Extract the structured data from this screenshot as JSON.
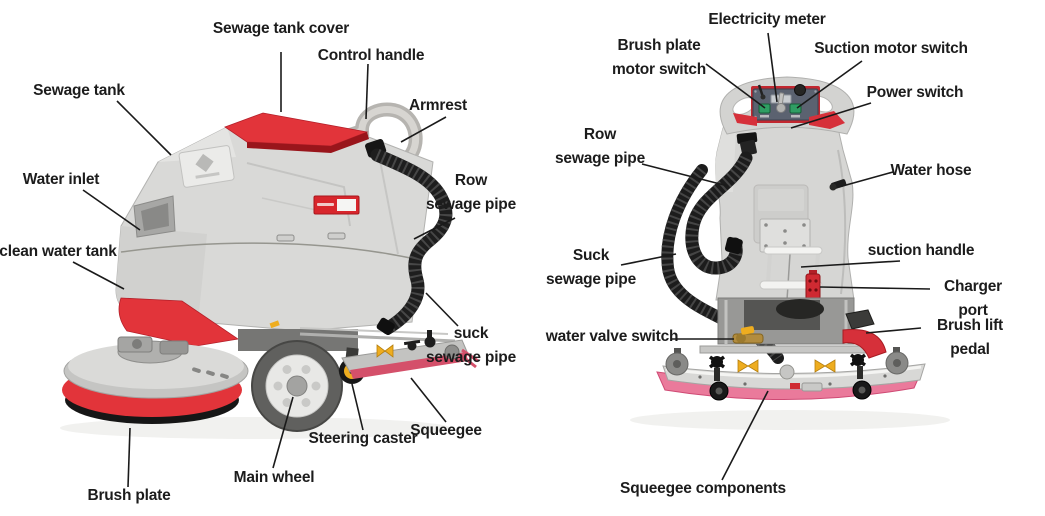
{
  "diagram": {
    "colors": {
      "label_text": "#1c1c1c",
      "leader_line": "#1a1a1a",
      "body_gray": "#d8d8d6",
      "accent_red": "#e2343a",
      "hose_black": "#1e1e1e",
      "squeegee_pink": "#ea7a9b",
      "knob_yellow": "#eead1f",
      "switch_green": "#2f9e63"
    },
    "side_view": {
      "labels": {
        "sewage_tank_cover": "Sewage tank cover",
        "control_handle": "Control handle",
        "sewage_tank": "Sewage tank",
        "armrest": "Armrest",
        "water_inlet": "Water inlet",
        "row_sewage_pipe": [
          "Row",
          "sewage pipe"
        ],
        "clean_water_tank": "clean water tank",
        "suck_sewage_pipe": [
          "suck",
          "sewage pipe"
        ],
        "squeegee": "Squeegee",
        "steering_caster": "Steering caster",
        "main_wheel": "Main wheel",
        "brush_plate": "Brush plate"
      }
    },
    "rear_view": {
      "labels": {
        "electricity_meter": "Electricity meter",
        "brush_plate_motor_switch": [
          "Brush plate",
          "motor switch"
        ],
        "suction_motor_switch": "Suction motor switch",
        "power_switch": "Power switch",
        "row_sewage_pipe": [
          "Row",
          "sewage pipe"
        ],
        "water_hose": "Water hose",
        "suck_sewage_pipe": [
          "Suck",
          "sewage pipe"
        ],
        "suction_handle": "suction handle",
        "charger_port": "Charger port",
        "brush_lift_pedal": "Brush lift pedal",
        "water_valve_switch": "water valve switch",
        "squeegee_components": "Squeegee components"
      }
    }
  }
}
